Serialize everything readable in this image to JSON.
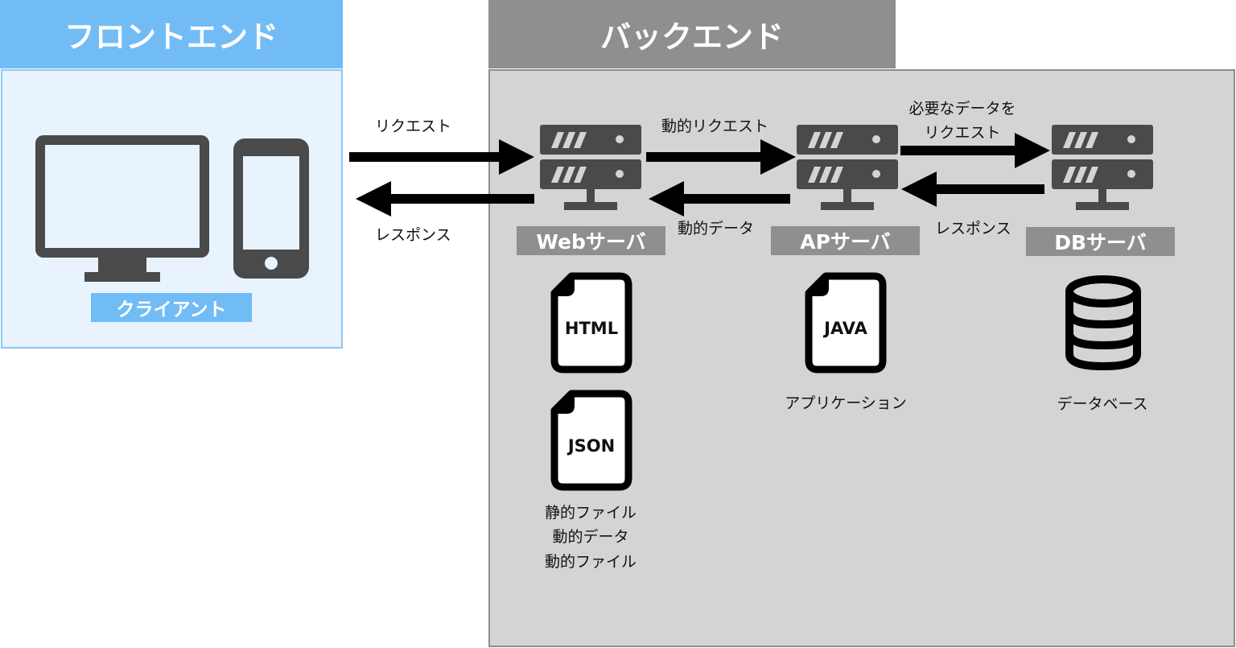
{
  "frontend": {
    "title": "フロントエンド",
    "client_label": "クライアント"
  },
  "backend": {
    "title": "バックエンド",
    "web_server": {
      "label": "Webサーバ",
      "file_icons": [
        "HTML",
        "JSON"
      ],
      "caption_lines": [
        "静的ファイル",
        "動的データ",
        "動的ファイル"
      ]
    },
    "ap_server": {
      "label": "APサーバ",
      "file_icon": "JAVA",
      "caption": "アプリケーション"
    },
    "db_server": {
      "label": "DBサーバ",
      "caption": "データベース"
    }
  },
  "arrows": {
    "client_to_web": "リクエスト",
    "web_to_client": "レスポンス",
    "web_to_ap": "動的リクエスト",
    "ap_to_web": "動的データ",
    "ap_to_db_line1": "必要なデータを",
    "ap_to_db_line2": "リクエスト",
    "db_to_ap": "レスポンス"
  },
  "colors": {
    "frontend_accent": "#72bcf6",
    "frontend_panel": "#e8f3fd",
    "backend_accent": "#8f8f8f",
    "backend_panel": "#d4d4d4",
    "icon_dark": "#4a4a4a"
  }
}
